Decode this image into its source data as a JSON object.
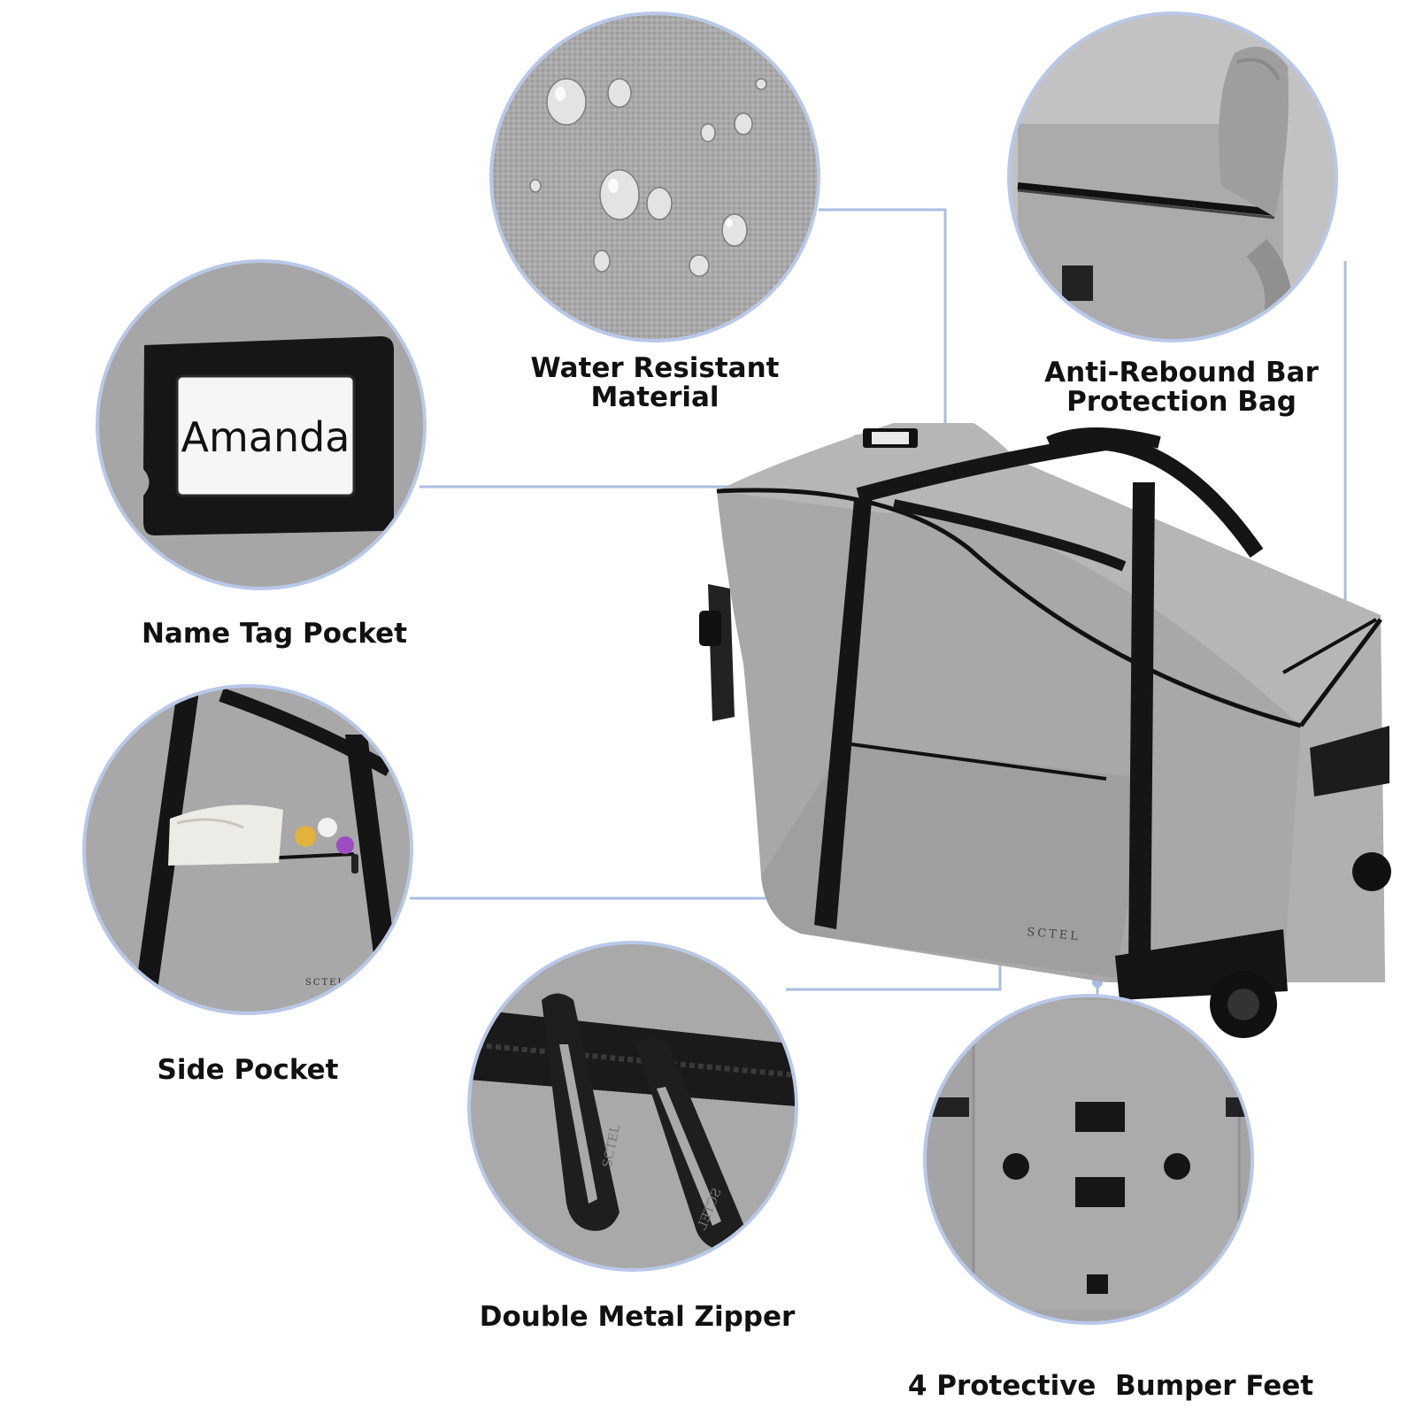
{
  "callouts": {
    "water_resistant": {
      "line1": "Water Resistant",
      "line2": "Material"
    },
    "anti_rebound": {
      "line1": "Anti-Rebound Bar",
      "line2": "Protection Bag"
    },
    "name_tag": {
      "label": "Name Tag Pocket"
    },
    "side_pocket": {
      "label": "Side Pocket"
    },
    "zipper": {
      "label": "Double Metal Zipper"
    },
    "bumper_feet": {
      "label": "4 Protective  Bumper Feet"
    }
  },
  "name_card_text": "Amanda",
  "brand_text": "SCTEL",
  "zipper_pull_text": "SCTEL",
  "colors": {
    "fabric": "#a8a8a8",
    "fabric_light": "#bdbdbd",
    "strap": "#151515",
    "callout_line": "#a9bde2",
    "circle_border": "#b9c8e8"
  }
}
